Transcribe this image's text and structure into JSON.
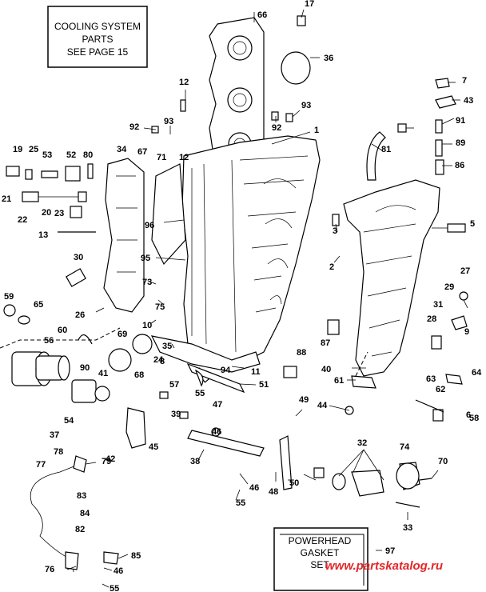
{
  "note_box": {
    "line1": "COOLING SYSTEM",
    "line2": "PARTS",
    "line3": "SEE PAGE 15"
  },
  "gasket_box": {
    "line1": "POWERHEAD",
    "line2": "GASKET",
    "line3": "SET"
  },
  "watermark": "www.partskatalog.ru",
  "callouts": [
    "1",
    "2",
    "3",
    "5",
    "6",
    "7",
    "8",
    "9",
    "10",
    "11",
    "12",
    "13",
    "17",
    "19",
    "20",
    "21",
    "22",
    "23",
    "24",
    "25",
    "26",
    "27",
    "28",
    "29",
    "30",
    "31",
    "32",
    "33",
    "34",
    "35",
    "36",
    "37",
    "38",
    "39",
    "40",
    "41",
    "42",
    "43",
    "44",
    "45",
    "46",
    "47",
    "48",
    "49",
    "50",
    "51",
    "52",
    "53",
    "54",
    "55",
    "56",
    "57",
    "58",
    "59",
    "60",
    "61",
    "62",
    "63",
    "64",
    "65",
    "66",
    "67",
    "68",
    "69",
    "70",
    "71",
    "73",
    "74",
    "75",
    "76",
    "77",
    "78",
    "79",
    "80",
    "81",
    "82",
    "83",
    "84",
    "85",
    "86",
    "87",
    "88",
    "89",
    "90",
    "91",
    "92",
    "93",
    "94",
    "95",
    "96",
    "97"
  ]
}
